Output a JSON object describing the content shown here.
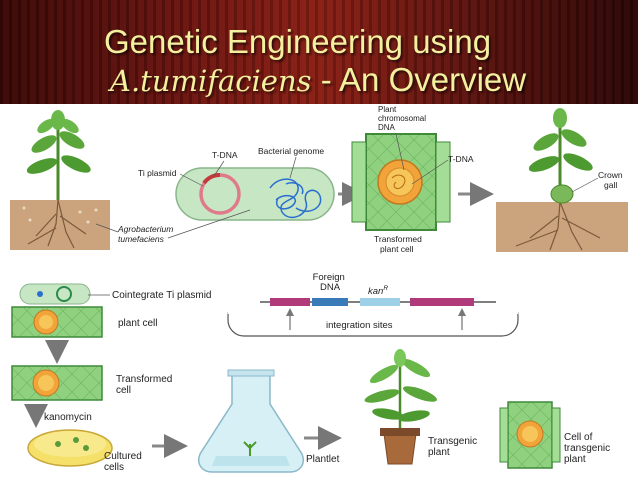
{
  "title": {
    "line1": "Genetic Engineering using",
    "species": "A.tumifaciens",
    "rest": " - An Overview"
  },
  "top_row": {
    "ti_plasmid": "Ti plasmid",
    "t_dna": "T-DNA",
    "bacterial_genome": "Bacterial genome",
    "agrobacterium": [
      "Agrobacterium",
      "tumefaciens"
    ],
    "plant_chromosomal_dna": [
      "Plant",
      "chromosomal",
      "DNA"
    ],
    "t_dna_right": "T-DNA",
    "transformed_plant_cell": [
      "Transformed",
      "plant cell"
    ],
    "crown_gall": [
      "Crown",
      "gall"
    ]
  },
  "bottom": {
    "cointegrate": "Cointegrate Ti plasmid",
    "plant_cell": "plant cell",
    "transformed_cell": [
      "Transformed",
      "cell"
    ],
    "kanomycin": "kanomycin",
    "cultured_cells": [
      "Cultured",
      "cells"
    ],
    "plantlet": "Plantlet",
    "transgenic_plant": [
      "Transgenic",
      "plant"
    ],
    "cell_of_transgenic_plant": [
      "Cell of",
      "transgenic",
      "plant"
    ],
    "foreign_dna": [
      "Foreign",
      "DNA"
    ],
    "kan_r": "kan",
    "kan_r_sup": "R",
    "integration_sites": "integration sites"
  },
  "colors": {
    "title_text": "#f3f0a0",
    "header_red": "#8a1f14",
    "cell_green": "#7cc576",
    "nucleus_orange": "#f2a33a",
    "plasmid_pink": "#e07a8a",
    "genome_blue": "#2a6fd0",
    "soil_brown": "#c9a27a"
  }
}
